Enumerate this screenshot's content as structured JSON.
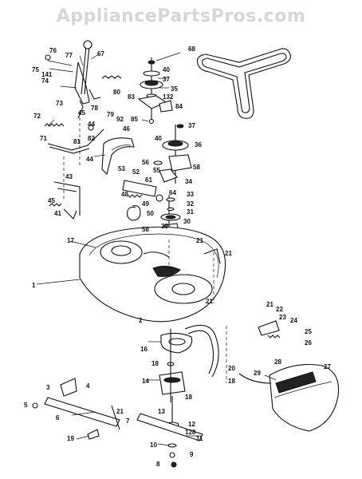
{
  "watermark": "AppliancePartsPros.com",
  "labels": [
    {
      "id": "76",
      "t": "76"
    },
    {
      "id": "77",
      "t": "77"
    },
    {
      "id": "67",
      "t": "67"
    },
    {
      "id": "75",
      "t": "75"
    },
    {
      "id": "141",
      "t": "141"
    },
    {
      "id": "74",
      "t": "74"
    },
    {
      "id": "73",
      "t": "73"
    },
    {
      "id": "80",
      "t": "80"
    },
    {
      "id": "78",
      "t": "78"
    },
    {
      "id": "79",
      "t": "79"
    },
    {
      "id": "92",
      "t": "92"
    },
    {
      "id": "45a",
      "t": "45"
    },
    {
      "id": "72",
      "t": "72"
    },
    {
      "id": "44a",
      "t": "44"
    },
    {
      "id": "81",
      "t": "81"
    },
    {
      "id": "82",
      "t": "82"
    },
    {
      "id": "71",
      "t": "71"
    },
    {
      "id": "46",
      "t": "46"
    },
    {
      "id": "44b",
      "t": "44"
    },
    {
      "id": "40a",
      "t": "40"
    },
    {
      "id": "37a",
      "t": "37"
    },
    {
      "id": "35",
      "t": "35"
    },
    {
      "id": "83",
      "t": "83"
    },
    {
      "id": "132",
      "t": "132"
    },
    {
      "id": "84",
      "t": "84"
    },
    {
      "id": "85",
      "t": "85"
    },
    {
      "id": "37b",
      "t": "37"
    },
    {
      "id": "40b",
      "t": "40"
    },
    {
      "id": "36",
      "t": "36"
    },
    {
      "id": "56",
      "t": "56"
    },
    {
      "id": "58a",
      "t": "58"
    },
    {
      "id": "53",
      "t": "53"
    },
    {
      "id": "52",
      "t": "52"
    },
    {
      "id": "55",
      "t": "55"
    },
    {
      "id": "61",
      "t": "61"
    },
    {
      "id": "34",
      "t": "34"
    },
    {
      "id": "48",
      "t": "48"
    },
    {
      "id": "49",
      "t": "49"
    },
    {
      "id": "64",
      "t": "64"
    },
    {
      "id": "33",
      "t": "33"
    },
    {
      "id": "32",
      "t": "32"
    },
    {
      "id": "50",
      "t": "50"
    },
    {
      "id": "31",
      "t": "31"
    },
    {
      "id": "30",
      "t": "30"
    },
    {
      "id": "58b",
      "t": "58"
    },
    {
      "id": "39",
      "t": "39"
    },
    {
      "id": "43",
      "t": "43"
    },
    {
      "id": "45b",
      "t": "45"
    },
    {
      "id": "41",
      "t": "41"
    },
    {
      "id": "17",
      "t": "17"
    },
    {
      "id": "21a",
      "t": "21"
    },
    {
      "id": "21b",
      "t": "21"
    },
    {
      "id": "1",
      "t": "1"
    },
    {
      "id": "21c",
      "t": "21"
    },
    {
      "id": "2",
      "t": "2"
    },
    {
      "id": "16",
      "t": "16"
    },
    {
      "id": "18a",
      "t": "18"
    },
    {
      "id": "14",
      "t": "14"
    },
    {
      "id": "18b",
      "t": "18"
    },
    {
      "id": "20",
      "t": "20"
    },
    {
      "id": "18c",
      "t": "18"
    },
    {
      "id": "21d",
      "t": "21"
    },
    {
      "id": "22",
      "t": "22"
    },
    {
      "id": "23",
      "t": "23"
    },
    {
      "id": "24",
      "t": "24"
    },
    {
      "id": "25",
      "t": "25"
    },
    {
      "id": "26",
      "t": "26"
    },
    {
      "id": "28",
      "t": "28"
    },
    {
      "id": "29",
      "t": "29"
    },
    {
      "id": "27",
      "t": "27"
    },
    {
      "id": "3",
      "t": "3"
    },
    {
      "id": "4",
      "t": "4"
    },
    {
      "id": "5",
      "t": "5"
    },
    {
      "id": "6",
      "t": "6"
    },
    {
      "id": "21e",
      "t": "21"
    },
    {
      "id": "19",
      "t": "19"
    },
    {
      "id": "13",
      "t": "13"
    },
    {
      "id": "7",
      "t": "7"
    },
    {
      "id": "12",
      "t": "12"
    },
    {
      "id": "128",
      "t": "128"
    },
    {
      "id": "11",
      "t": "11"
    },
    {
      "id": "10",
      "t": "10"
    },
    {
      "id": "9",
      "t": "9"
    },
    {
      "id": "8",
      "t": "8"
    },
    {
      "id": "68",
      "t": "68"
    }
  ]
}
